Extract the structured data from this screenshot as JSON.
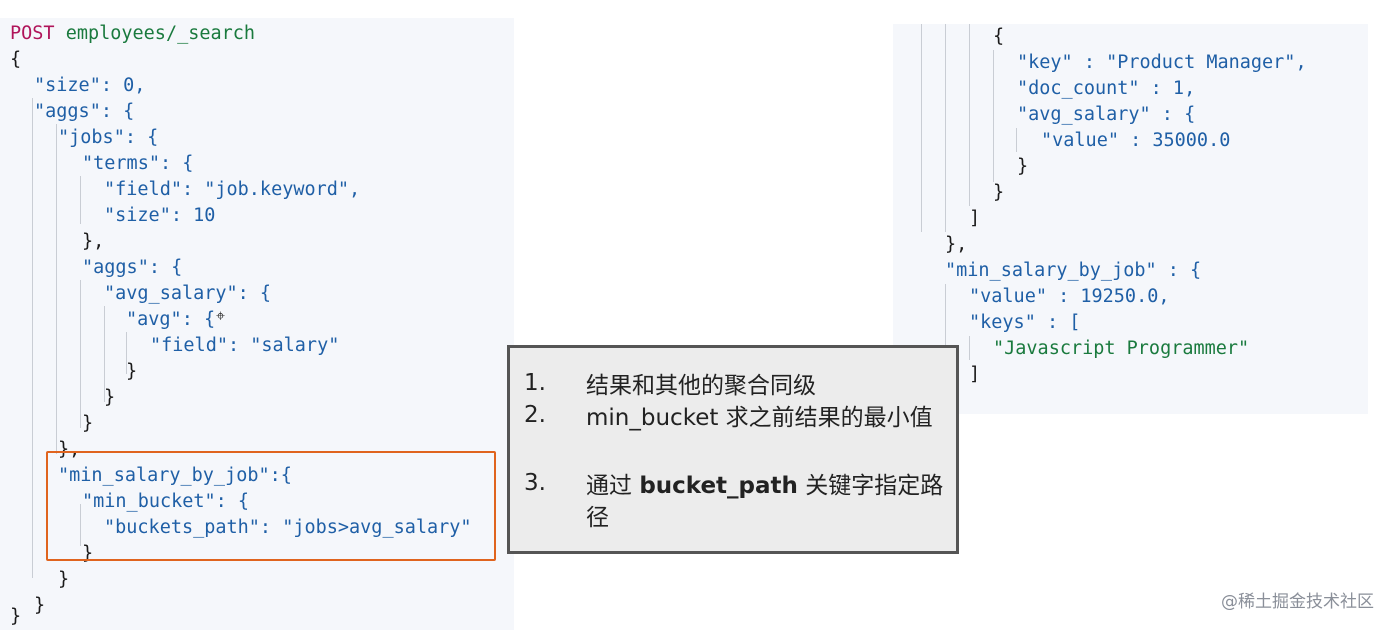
{
  "left_code": {
    "method": "POST",
    "path": "employees/_search",
    "lines": [
      "{",
      "\"size\": 0,",
      "\"aggs\": {",
      "\"jobs\": {",
      "\"terms\": {",
      "\"field\": \"job.keyword\",",
      "\"size\": 10",
      "},",
      "\"aggs\": {",
      "\"avg_salary\": {",
      "\"avg\": {",
      "\"field\": \"salary\"",
      "}",
      "}",
      "}",
      "},",
      "\"min_salary_by_job\":{",
      "\"min_bucket\": {",
      "\"buckets_path\": \"jobs>avg_salary\"",
      "}",
      "}",
      "}",
      "}"
    ]
  },
  "right_code": {
    "lines": [
      "{",
      "\"key\" : \"Product Manager\",",
      "\"doc_count\" : 1,",
      "\"avg_salary\" : {",
      "\"value\" : 35000.0",
      "}",
      "}",
      "]",
      "},",
      "\"min_salary_by_job\" : {",
      "\"value\" : 19250.0,",
      "\"keys\" : [",
      "\"Javascript Programmer\"",
      "]"
    ]
  },
  "notes": [
    {
      "num": "1.",
      "text": "结果和其他的聚合同级"
    },
    {
      "num": "2.",
      "text": "min_bucket 求之前结果的最小值"
    },
    {
      "num": "3.",
      "text_before": "通过 ",
      "bold": "bucket_path",
      "text_after": " 关键字指定路径"
    }
  ],
  "watermark": "@稀土掘金技术社区",
  "colors": {
    "highlight": "#e0641e",
    "note_border": "#555555",
    "key": "#1f5fa6",
    "string": "#1a7a3e",
    "method": "#b0145a"
  }
}
